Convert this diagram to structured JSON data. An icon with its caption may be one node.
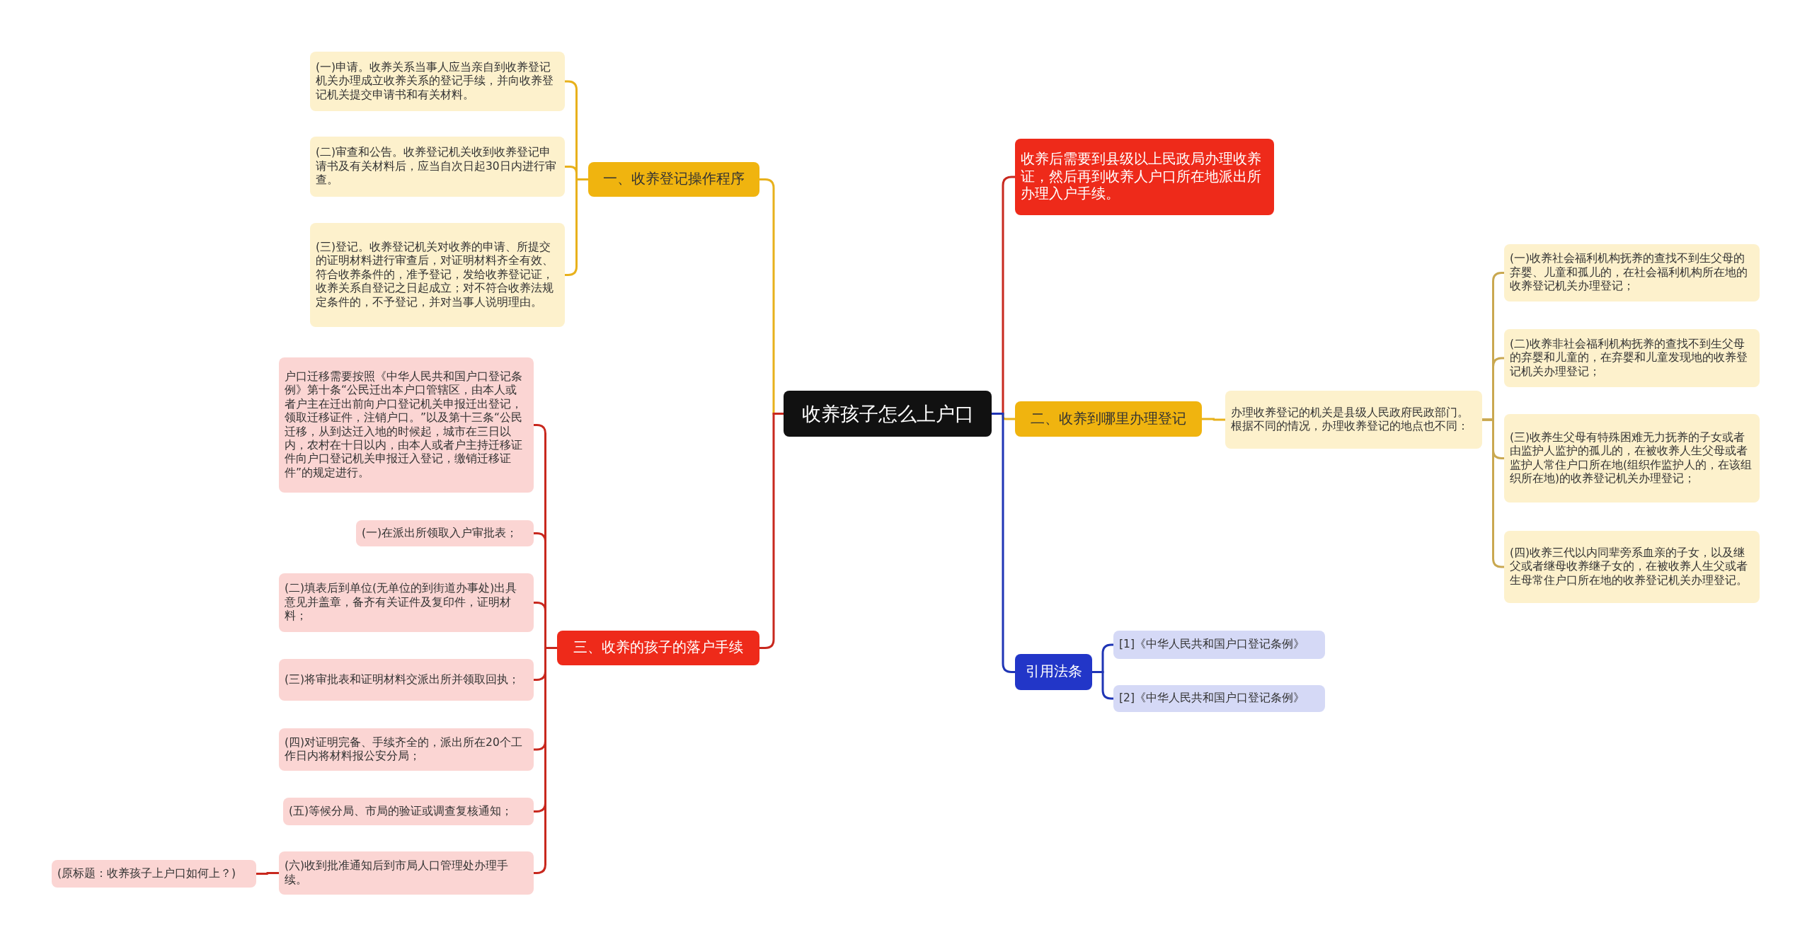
{
  "diagram": {
    "nodes": [
      {
        "text": [
          "收养孩子怎么上户口"
        ]
      },
      {
        "text": [
          "一、收养登记操作程序"
        ]
      },
      {
        "text": [
          "(一)申请。收养关系当事人应当亲自到收养登记机关办理成立收养关系的登记手续，并向收养登记机关提交申请书和有关材料。"
        ]
      },
      {
        "text": [
          "(二)审查和公告。收养登记机关收到收养登记申请书及有关材料后，应当自次日起30日内进行审查。"
        ]
      },
      {
        "text": [
          "(三)登记。收养登记机关对收养的申请、所提交的证明材料进行审查后，对证明材料齐全有效、符合收养条件的，准予登记，发给收养登记证，收养关系自登记之日起成立；对不符合收养法规定条件的，不予登记，并对当事人说明理由。"
        ]
      },
      {
        "text": [
          "三、收养的孩子的落户手续"
        ]
      },
      {
        "text": [
          "户口迁移需要按照《中华人民共和国户口登记条例》第十条“公民迁出本户口管辖区，由本人或者户主在迁出前向户口登记机关申报迁出登记，领取迁移证件，注销户口。”以及第十三条“公民迁移，从到达迁入地的时候起，城市在三日以内，农村在十日以内，由本人或者户主持迁移证件向户口登记机关申报迁入登记，缴销迁移证件”的规定进行。"
        ]
      },
      {
        "text": [
          "(一)在派出所领取入户审批表；"
        ]
      },
      {
        "text": [
          "(二)填表后到单位(无单位的到街道办事处)出具意见并盖章，备齐有关证件及复印件，证明材料；"
        ]
      },
      {
        "text": [
          "(三)将审批表和证明材料交派出所并领取回执；"
        ]
      },
      {
        "text": [
          "(四)对证明完备、手续齐全的，派出所在20个工作日内将材料报公安分局；"
        ]
      },
      {
        "text": [
          "(五)等候分局、市局的验证或调查复核通知；"
        ]
      },
      {
        "text": [
          "(六)收到批准通知后到市局人口管理处办理手续。"
        ]
      },
      {
        "text": [
          "(原标题：收养孩子上户口如何上？)"
        ]
      },
      {
        "text": [
          "收养后需要到县级以上民政局办理收养证，然后再到收养人户口所在地派出所办理入户手续。"
        ]
      },
      {
        "text": [
          "二、收养到哪里办理登记"
        ]
      },
      {
        "text": [
          "办理收养登记的机关是县级人民政府民政部门。根据不同的情况，办理收养登记的地点也不同："
        ]
      },
      {
        "text": [
          "(一)收养社会福利机构抚养的查找不到生父母的弃婴、儿童和孤儿的，在社会福利机构所在地的收养登记机关办理登记；"
        ]
      },
      {
        "text": [
          "(二)收养非社会福利机构抚养的查找不到生父母的弃婴和儿童的，在弃婴和儿童发现地的收养登记机关办理登记；"
        ]
      },
      {
        "text": [
          "(三)收养生父母有特殊困难无力抚养的子女或者由监护人监护的孤儿的，在被收养人生父母或者监护人常住户口所在地(组织作监护人的，在该组织所在地)的收养登记机关办理登记；"
        ]
      },
      {
        "text": [
          "(四)收养三代以内同辈旁系血亲的子女，以及继父或者继母收养继子女的，在被收养人生父或者生母常住户口所在地的收养登记机关办理登记。"
        ]
      },
      {
        "text": [
          "引用法条"
        ]
      },
      {
        "text": [
          "[1]《中华人民共和国户口登记条例》"
        ]
      },
      {
        "text": [
          "[2]《中华人民共和国户口登记条例》"
        ]
      }
    ],
    "edges": [
      {
        "from": 0,
        "to": 1,
        "arrow": "none",
        "color": "#e8b11c"
      },
      {
        "from": 1,
        "to": 2,
        "arrow": "none",
        "color": "#e8b11c"
      },
      {
        "from": 1,
        "to": 3,
        "arrow": "none",
        "color": "#e8b11c"
      },
      {
        "from": 1,
        "to": 4,
        "arrow": "none",
        "color": "#e8b11c"
      },
      {
        "from": 0,
        "to": 5,
        "arrow": "none"
      },
      {
        "from": 5,
        "to": 6,
        "arrow": "none"
      },
      {
        "from": 5,
        "to": 7,
        "arrow": "none"
      },
      {
        "from": 5,
        "to": 8,
        "arrow": "none"
      },
      {
        "from": 5,
        "to": 9,
        "arrow": "none"
      },
      {
        "from": 5,
        "to": 10,
        "arrow": "none"
      },
      {
        "from": 5,
        "to": 11,
        "arrow": "none"
      },
      {
        "from": 5,
        "to": 12,
        "arrow": "none"
      },
      {
        "from": 12,
        "to": 13,
        "arrow": "none"
      },
      {
        "from": 0,
        "to": 14,
        "arrow": "none"
      },
      {
        "from": 0,
        "to": 15,
        "arrow": "none",
        "color": "#e8b11c"
      },
      {
        "from": 15,
        "to": 16,
        "arrow": "none",
        "color": "#e8b11c"
      },
      {
        "from": 16,
        "to": 17,
        "arrow": "none",
        "color": "#c9a850"
      },
      {
        "from": 16,
        "to": 18,
        "arrow": "none",
        "color": "#c9a850"
      },
      {
        "from": 16,
        "to": 19,
        "arrow": "none",
        "color": "#c9a850"
      },
      {
        "from": 16,
        "to": 20,
        "arrow": "none",
        "color": "#c9a850"
      },
      {
        "from": 0,
        "to": 21,
        "arrow": "none",
        "color": "#1f35b5"
      },
      {
        "from": 21,
        "to": 22,
        "arrow": "none",
        "color": "#1f35b5"
      },
      {
        "from": 21,
        "to": 23,
        "arrow": "none",
        "color": "#1f35b5"
      }
    ]
  }
}
